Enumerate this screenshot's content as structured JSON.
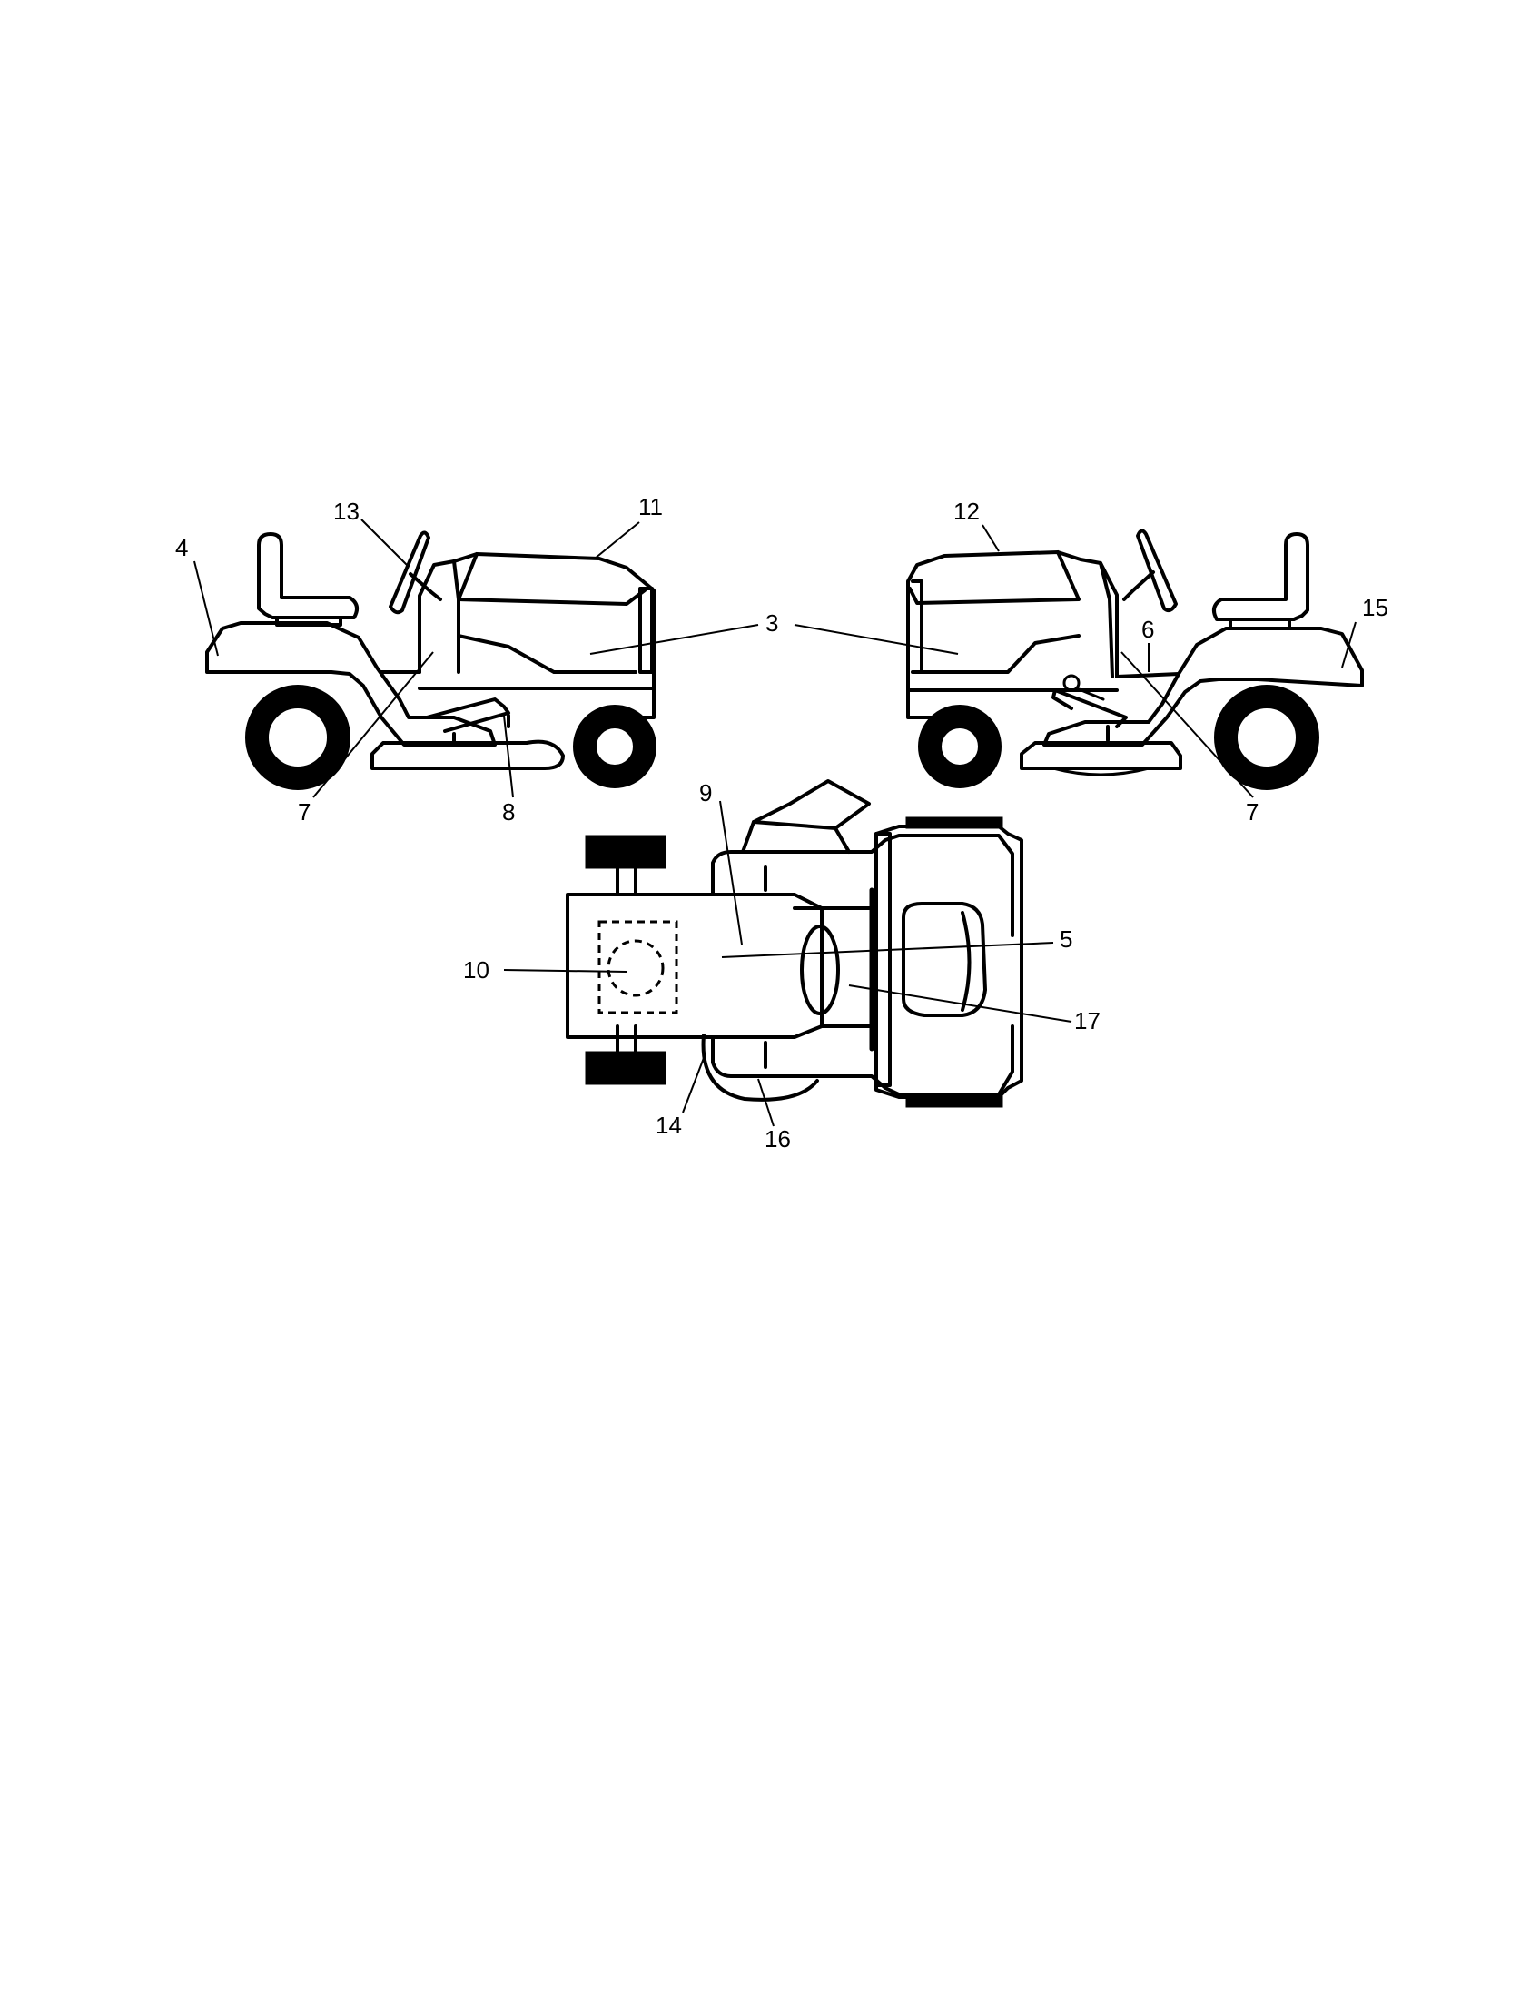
{
  "callouts": [
    {
      "id": "c13",
      "text": "13"
    },
    {
      "id": "c11",
      "text": "11"
    },
    {
      "id": "c4",
      "text": "4"
    },
    {
      "id": "c3",
      "text": "3"
    },
    {
      "id": "c7a",
      "text": "7"
    },
    {
      "id": "c8",
      "text": "8"
    },
    {
      "id": "c12",
      "text": "12"
    },
    {
      "id": "c15",
      "text": "15"
    },
    {
      "id": "c6",
      "text": "6"
    },
    {
      "id": "c7b",
      "text": "7"
    },
    {
      "id": "c9",
      "text": "9"
    },
    {
      "id": "c5",
      "text": "5"
    },
    {
      "id": "c10",
      "text": "10"
    },
    {
      "id": "c17",
      "text": "17"
    },
    {
      "id": "c14",
      "text": "14"
    },
    {
      "id": "c16",
      "text": "16"
    }
  ]
}
